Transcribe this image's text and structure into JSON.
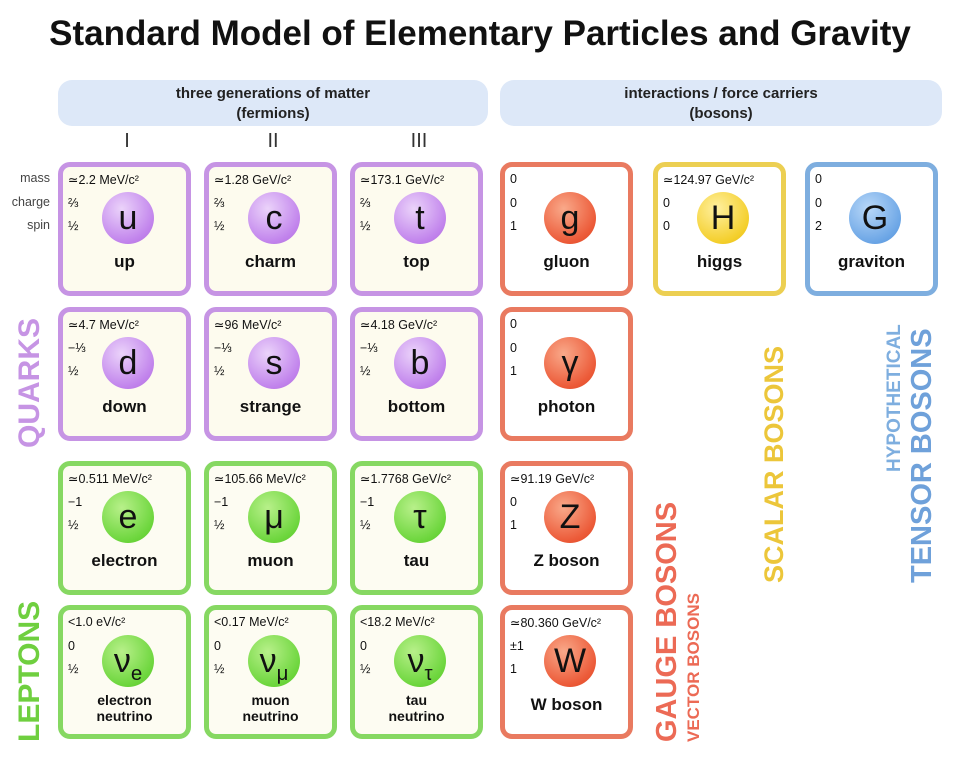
{
  "title": "Standard Model of Elementary Particles and Gravity",
  "headers": {
    "fermions": {
      "line1": "three generations of matter",
      "line2": "(fermions)"
    },
    "bosons": {
      "line1": "interactions / force carriers",
      "line2": "(bosons)"
    }
  },
  "generations": [
    "I",
    "II",
    "III"
  ],
  "row_labels": {
    "mass": "mass",
    "charge": "charge",
    "spin": "spin"
  },
  "particles": {
    "up": {
      "mass": "≃2.2 MeV/c²",
      "charge": "⅔",
      "spin": "½",
      "symbol": "u",
      "name": "up"
    },
    "charm": {
      "mass": "≃1.28 GeV/c²",
      "charge": "⅔",
      "spin": "½",
      "symbol": "c",
      "name": "charm"
    },
    "top": {
      "mass": "≃173.1 GeV/c²",
      "charge": "⅔",
      "spin": "½",
      "symbol": "t",
      "name": "top"
    },
    "down": {
      "mass": "≃4.7 MeV/c²",
      "charge": "−⅓",
      "spin": "½",
      "symbol": "d",
      "name": "down"
    },
    "strange": {
      "mass": "≃96 MeV/c²",
      "charge": "−⅓",
      "spin": "½",
      "symbol": "s",
      "name": "strange"
    },
    "bottom": {
      "mass": "≃4.18 GeV/c²",
      "charge": "−⅓",
      "spin": "½",
      "symbol": "b",
      "name": "bottom"
    },
    "electron": {
      "mass": "≃0.511 MeV/c²",
      "charge": "−1",
      "spin": "½",
      "symbol": "e",
      "name": "electron"
    },
    "muon": {
      "mass": "≃105.66 MeV/c²",
      "charge": "−1",
      "spin": "½",
      "symbol": "μ",
      "name": "muon"
    },
    "tau": {
      "mass": "≃1.7768 GeV/c²",
      "charge": "−1",
      "spin": "½",
      "symbol": "τ",
      "name": "tau"
    },
    "e_neutrino": {
      "mass": "<1.0 eV/c²",
      "charge": "0",
      "spin": "½",
      "symbol": "ν",
      "sub": "e",
      "name1": "electron",
      "name2": "neutrino"
    },
    "mu_neutrino": {
      "mass": "<0.17 MeV/c²",
      "charge": "0",
      "spin": "½",
      "symbol": "ν",
      "sub": "μ",
      "name1": "muon",
      "name2": "neutrino"
    },
    "tau_neutrino": {
      "mass": "<18.2 MeV/c²",
      "charge": "0",
      "spin": "½",
      "symbol": "ν",
      "sub": "τ",
      "name1": "tau",
      "name2": "neutrino"
    },
    "gluon": {
      "mass": "0",
      "charge": "0",
      "spin": "1",
      "symbol": "g",
      "name": "gluon"
    },
    "photon": {
      "mass": "0",
      "charge": "0",
      "spin": "1",
      "symbol": "γ",
      "name": "photon"
    },
    "z": {
      "mass": "≃91.19 GeV/c²",
      "charge": "0",
      "spin": "1",
      "symbol": "Z",
      "name": "Z boson"
    },
    "w": {
      "mass": "≃80.360 GeV/c²",
      "charge": "±1",
      "spin": "1",
      "symbol": "W",
      "name": "W boson"
    },
    "higgs": {
      "mass": "≃124.97 GeV/c²",
      "charge": "0",
      "spin": "0",
      "symbol": "H",
      "name": "higgs"
    },
    "graviton": {
      "mass": "0",
      "charge": "0",
      "spin": "2",
      "symbol": "G",
      "name": "graviton"
    }
  },
  "group_labels": {
    "quarks": "QUARKS",
    "leptons": "LEPTONS",
    "gauge": "GAUGE BOSONS",
    "vector": "VECTOR BOSONS",
    "scalar": "SCALAR BOSONS",
    "hypothetical": "HYPOTHETICAL",
    "tensor": "TENSOR BOSONS"
  },
  "colors": {
    "quark": "#c694e4",
    "lepton": "#86d862",
    "gauge": "#e97a60",
    "scalar": "#eccf52",
    "tensor": "#7eaedf",
    "header_bg": "#dde8f8"
  }
}
